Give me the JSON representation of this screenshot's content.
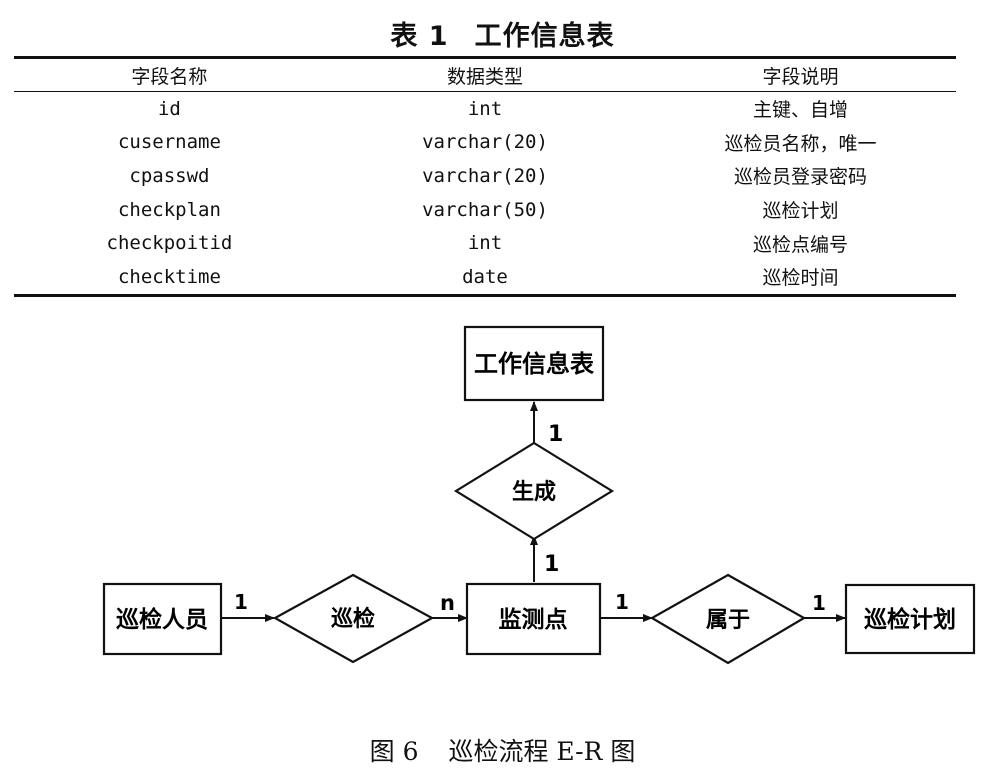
{
  "table": {
    "caption_number": "表 1",
    "caption_title": "工作信息表",
    "headers": [
      "字段名称",
      "数据类型",
      "字段说明"
    ],
    "rows": [
      [
        "id",
        "int",
        "主键、自增"
      ],
      [
        "cusername",
        "varchar(20)",
        "巡检员名称，唯一"
      ],
      [
        "cpasswd",
        "varchar(20)",
        "巡检员登录密码"
      ],
      [
        "checkplan",
        "varchar(50)",
        "巡检计划"
      ],
      [
        "checkpoitid",
        "int",
        "巡检点编号"
      ],
      [
        "checktime",
        "date",
        "巡检时间"
      ]
    ]
  },
  "diagram": {
    "entities": {
      "work_info": "工作信息表",
      "inspector": "巡检人员",
      "monitor_point": "监测点",
      "inspect_plan": "巡检计划"
    },
    "relationships": {
      "generate": "生成",
      "inspect": "巡检",
      "belongs": "属于"
    },
    "cardinalities": {
      "generate_to_work_info": "1",
      "monitor_to_generate": "1",
      "inspector_to_inspect": "1",
      "inspect_to_monitor": "n",
      "monitor_to_belongs": "1",
      "belongs_to_plan": "1"
    }
  },
  "figure": {
    "number": "图 6",
    "title": "巡检流程 E-R 图"
  }
}
